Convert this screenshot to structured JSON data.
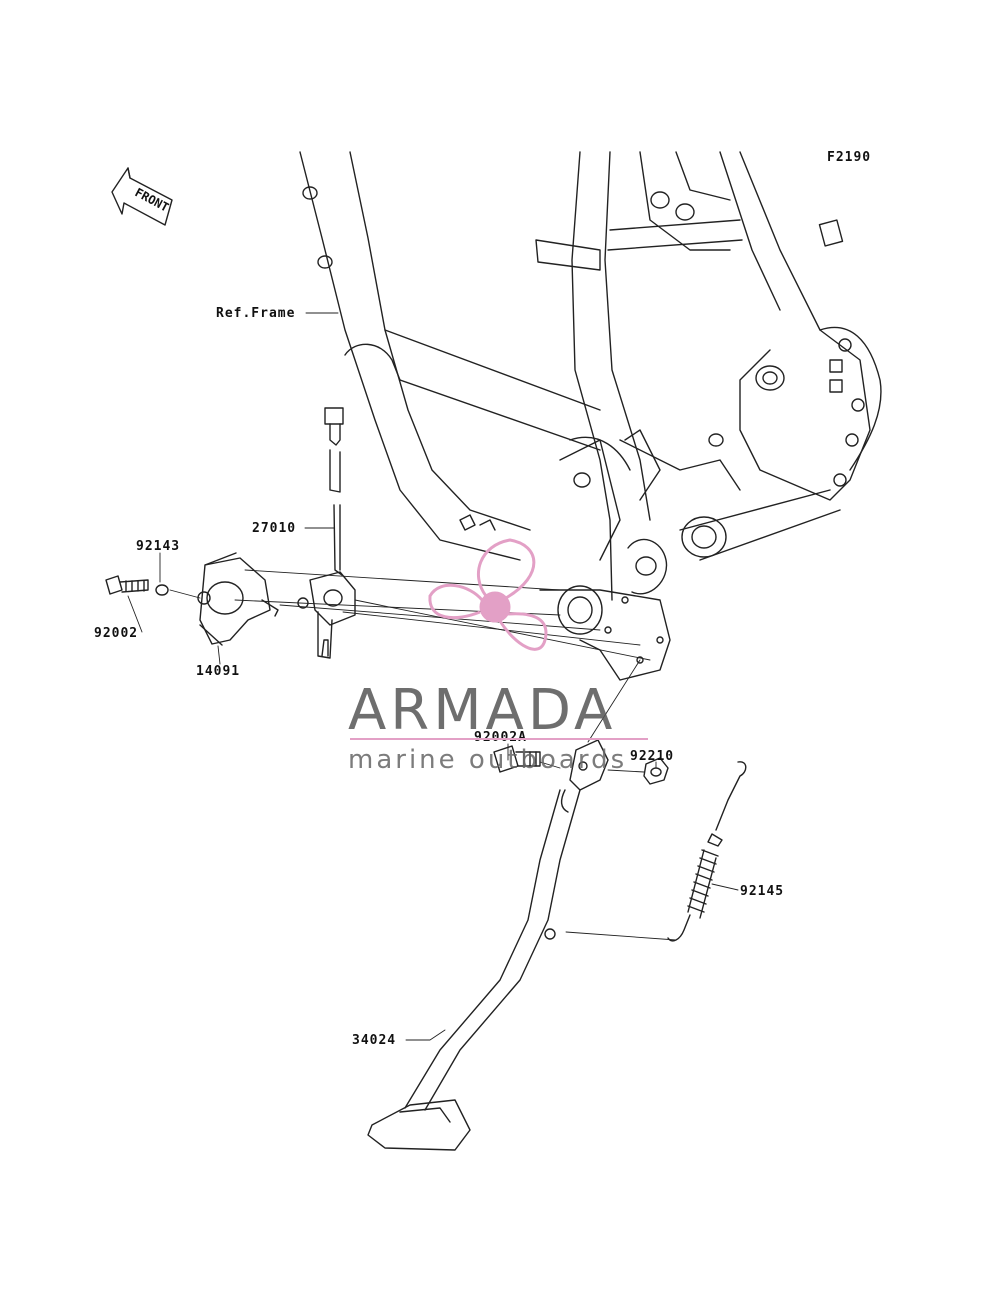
{
  "figure": {
    "code": "F2190",
    "front_label": "FRONT",
    "ref_label": "Ref.Frame"
  },
  "parts": [
    {
      "id": "27010"
    },
    {
      "id": "92143"
    },
    {
      "id": "92002"
    },
    {
      "id": "14091"
    },
    {
      "id": "92002A"
    },
    {
      "id": "92210"
    },
    {
      "id": "92145"
    },
    {
      "id": "34024"
    }
  ],
  "watermark": {
    "title": "ARMADA",
    "subtitle": "marine outboards",
    "accent_color": "#e3a0c6"
  }
}
